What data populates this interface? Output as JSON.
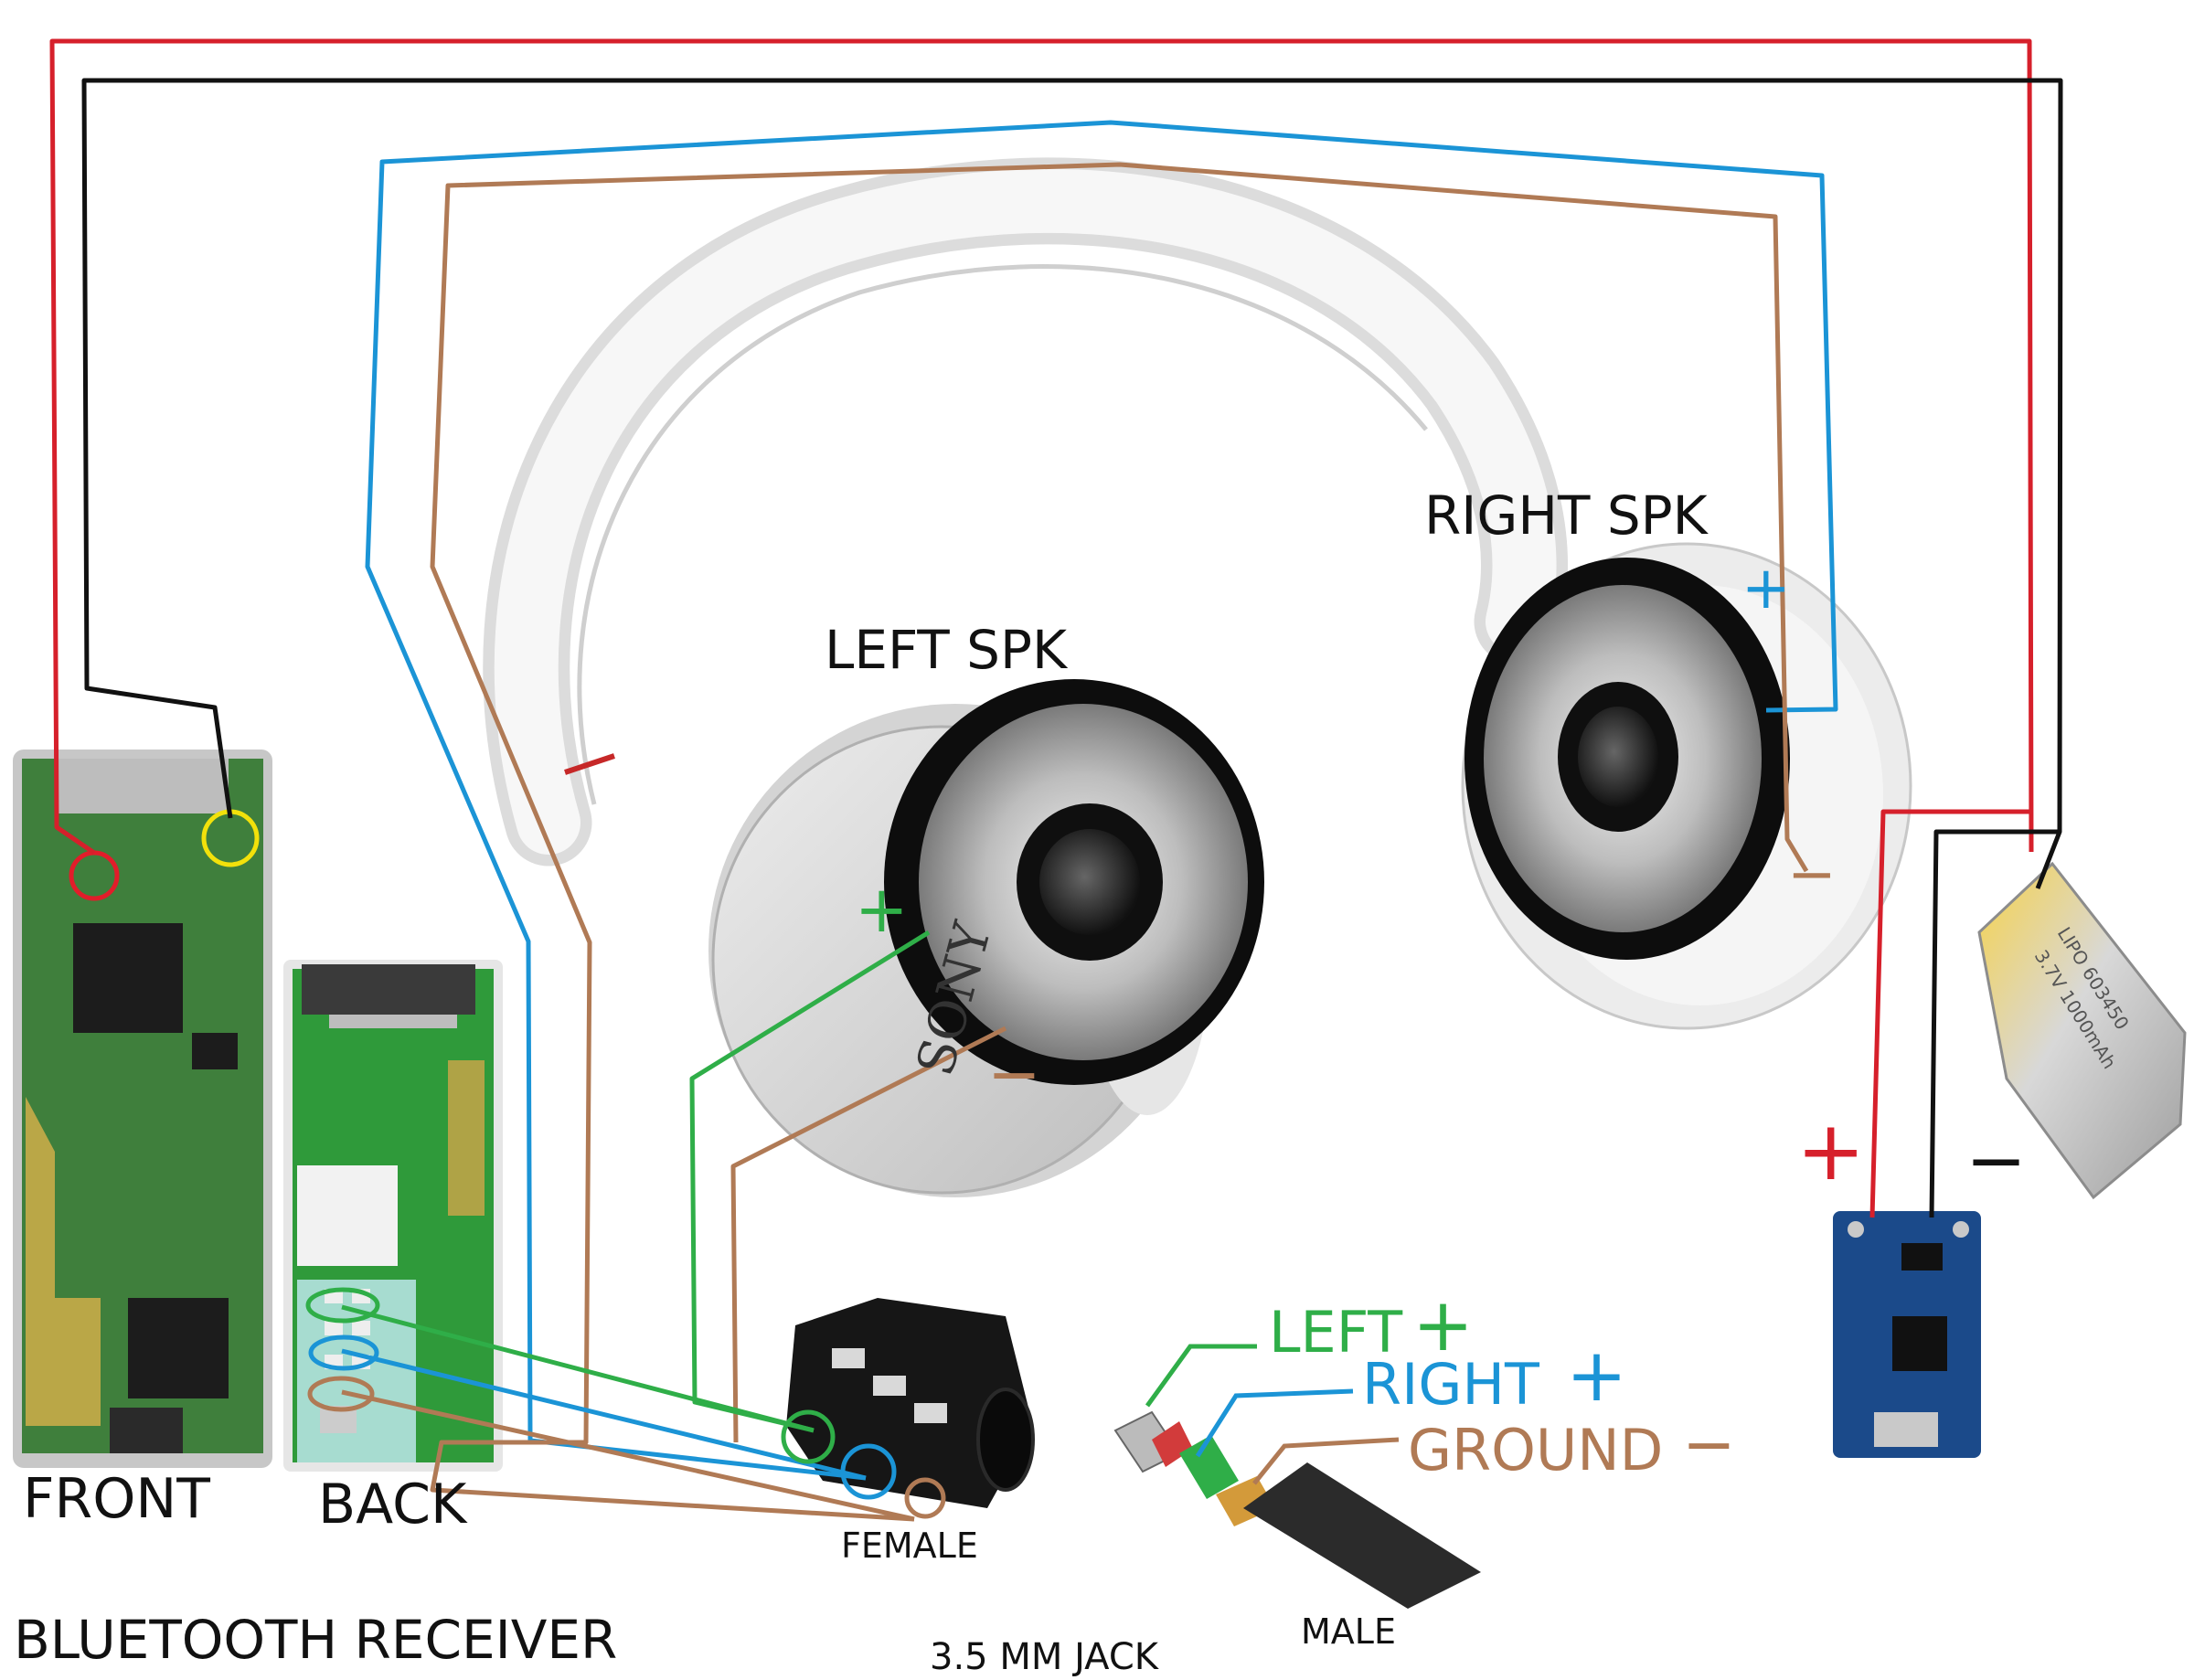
{
  "labels": {
    "left_spk": "LEFT SPK",
    "right_spk": "RIGHT SPK",
    "front": "FRONT",
    "back": "BACK",
    "bluetooth_receiver": "BLUETOOTH RECEIVER",
    "female": "FEMALE",
    "male": "MALE",
    "jack": "3.5 MM JACK",
    "plug_left": "LEFT",
    "plug_right": "RIGHT",
    "plug_ground": "GROUND",
    "plus": "+",
    "minus": "−",
    "brand": "SONY",
    "battery_text_1": "LIPO 603450",
    "battery_text_2": "3.7V 1000mAh"
  },
  "colors": {
    "power_positive": "#d6202b",
    "power_negative": "#111111",
    "right_channel": "#1b94d6",
    "ground": "#b07a55",
    "left_channel": "#2fae48",
    "pcb": "#2e7d32"
  }
}
